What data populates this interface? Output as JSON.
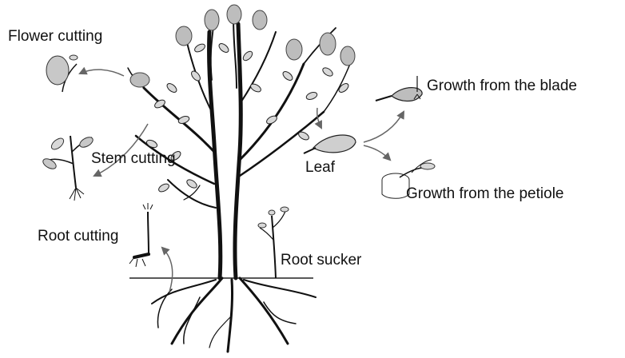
{
  "labels": {
    "flower_cutting": "Flower cutting",
    "stem_cutting": "Stem cutting",
    "root_cutting": "Root cutting",
    "root_sucker": "Root sucker",
    "leaf": "Leaf",
    "growth_blade": "Growth from the blade",
    "growth_petiole": "Growth from the petiole"
  }
}
